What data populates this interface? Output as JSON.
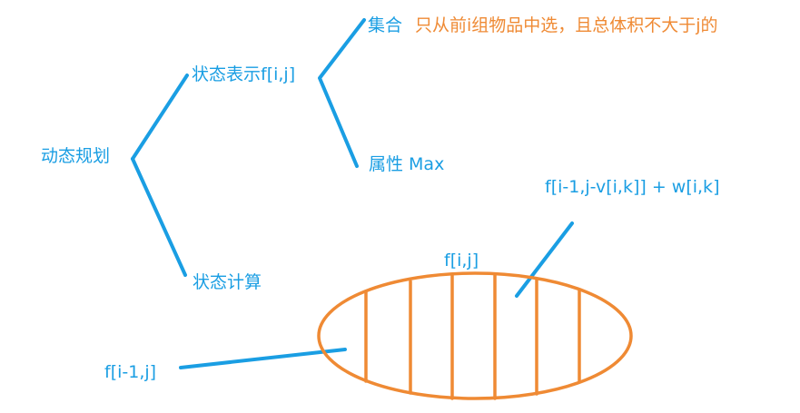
{
  "colors": {
    "blue": "#1a9ee3",
    "orange": "#ef8a34"
  },
  "nodes": {
    "root": "动态规划",
    "state_rep": "状态表示f[i,j]",
    "state_calc": "状态计算",
    "set_label": "集合",
    "set_desc": "只从前i组物品中选，且总体积不大于j的",
    "attr": "属性 Max",
    "ellipse_label": "f[i,j]",
    "left_part": "f[i-1,j]",
    "right_part": "f[i-1,j-v[i,k]] + w[i,k]"
  }
}
